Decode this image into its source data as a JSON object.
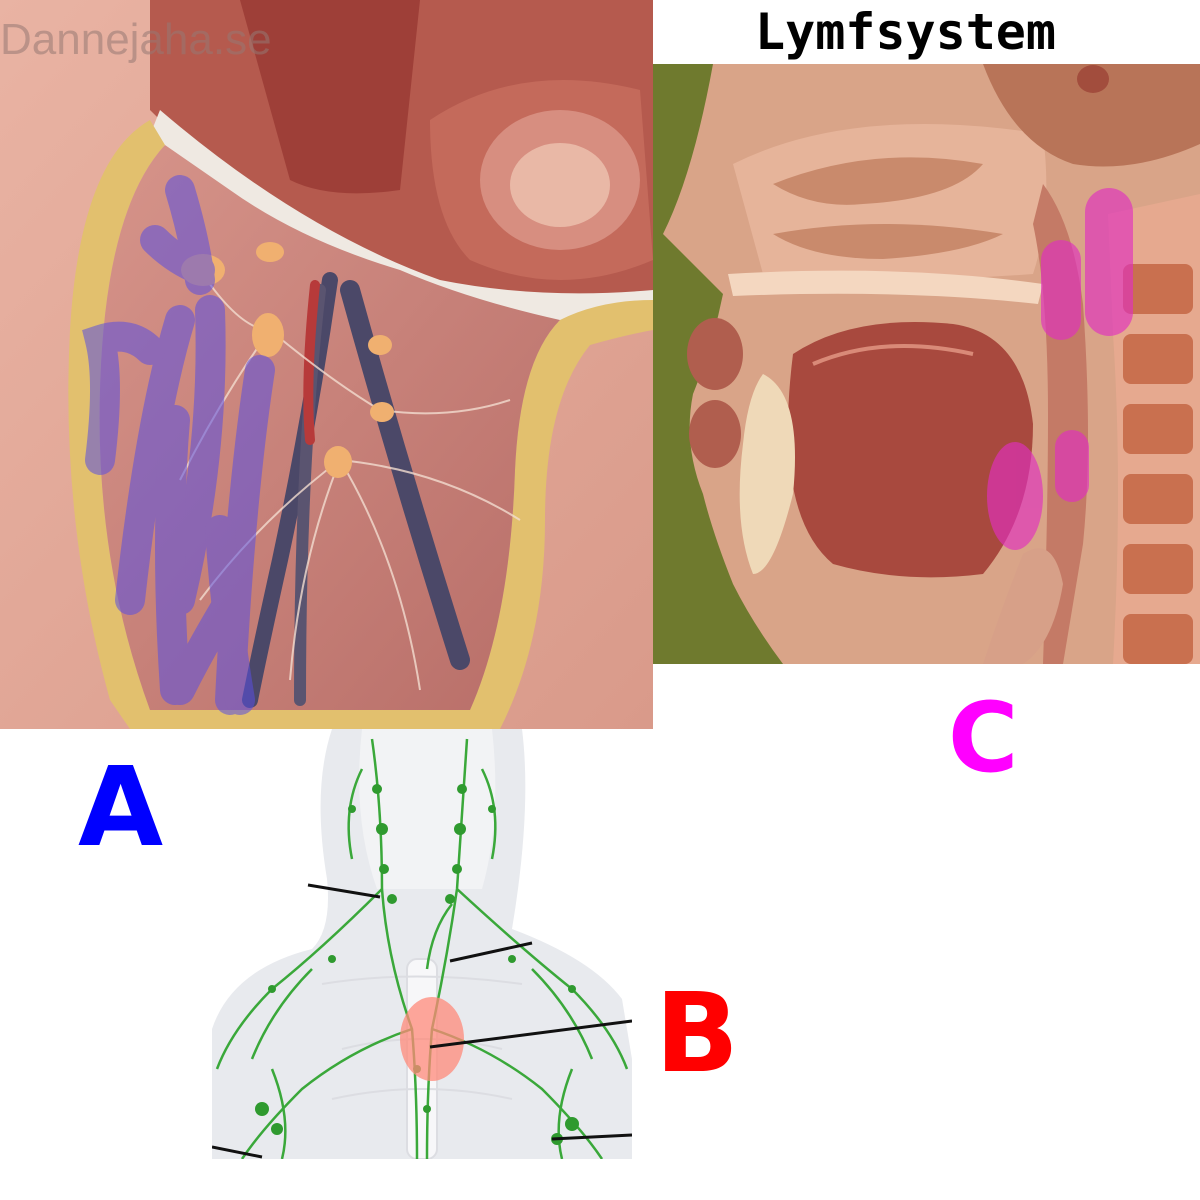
{
  "title": "Lymfsystem",
  "watermark": "Dannejaha.se",
  "labels": {
    "a": "A",
    "b": "B",
    "c": "C"
  },
  "colors": {
    "label_a": "#0000ff",
    "label_b": "#ff0000",
    "label_c": "#ff00ff",
    "highlight_a": "#5a4fe0",
    "highlight_b": "#ff8a7a",
    "highlight_c": "#e030c0",
    "lymph_vessels": "#3aa83a"
  },
  "panels": {
    "a": {
      "icon": "pelvic-floor-dissection"
    },
    "b": {
      "icon": "upper-body-lymphatic-system"
    },
    "c": {
      "icon": "sagittal-head-section"
    }
  }
}
